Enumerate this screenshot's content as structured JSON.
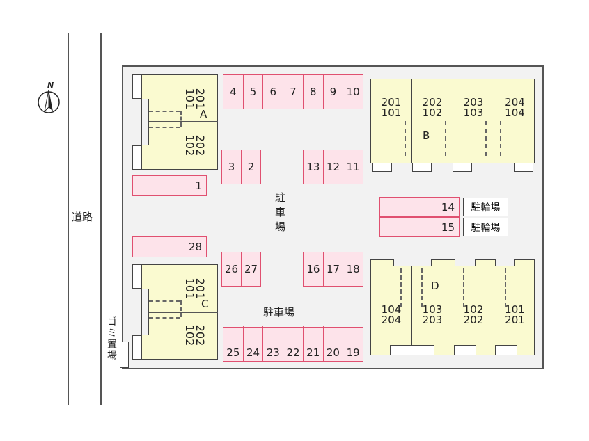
{
  "compass": {
    "label": "N"
  },
  "road": {
    "label": "道路"
  },
  "garbage": {
    "label": "ゴミ置場"
  },
  "parking_labels": {
    "vertical": "駐車場",
    "horizontal": "駐車場"
  },
  "buildings": {
    "A": {
      "label": "A",
      "upper": [
        "201",
        "101"
      ],
      "lower": [
        "202",
        "102"
      ]
    },
    "B": {
      "label": "B",
      "units": [
        [
          "201",
          "101"
        ],
        [
          "202",
          "102"
        ],
        [
          "203",
          "103"
        ],
        [
          "204",
          "104"
        ]
      ]
    },
    "C": {
      "label": "C",
      "upper": [
        "201",
        "101"
      ],
      "lower": [
        "202",
        "102"
      ]
    },
    "D": {
      "label": "D",
      "units": [
        [
          "104",
          "204"
        ],
        [
          "103",
          "203"
        ],
        [
          "102",
          "202"
        ],
        [
          "101",
          "201"
        ]
      ]
    }
  },
  "spots": {
    "top_row": [
      "4",
      "5",
      "6",
      "7",
      "8",
      "9",
      "10"
    ],
    "mid_left_top": [
      "3",
      "2"
    ],
    "mid_right_top": [
      "13",
      "12",
      "11"
    ],
    "mid_left_bottom": [
      "26",
      "27"
    ],
    "mid_right_bottom": [
      "16",
      "17",
      "18"
    ],
    "bottom_row": [
      "25",
      "24",
      "23",
      "22",
      "21",
      "20",
      "19"
    ],
    "s1": "1",
    "s28": "28",
    "s14": "14",
    "s15": "15"
  },
  "bicycle": {
    "label1": "駐輪場",
    "label2": "駐輪場"
  },
  "colors": {
    "building": "#fafad0",
    "parking_fill": "#fde3ea",
    "parking_border": "#e05070",
    "site": "#f2f2f2"
  }
}
